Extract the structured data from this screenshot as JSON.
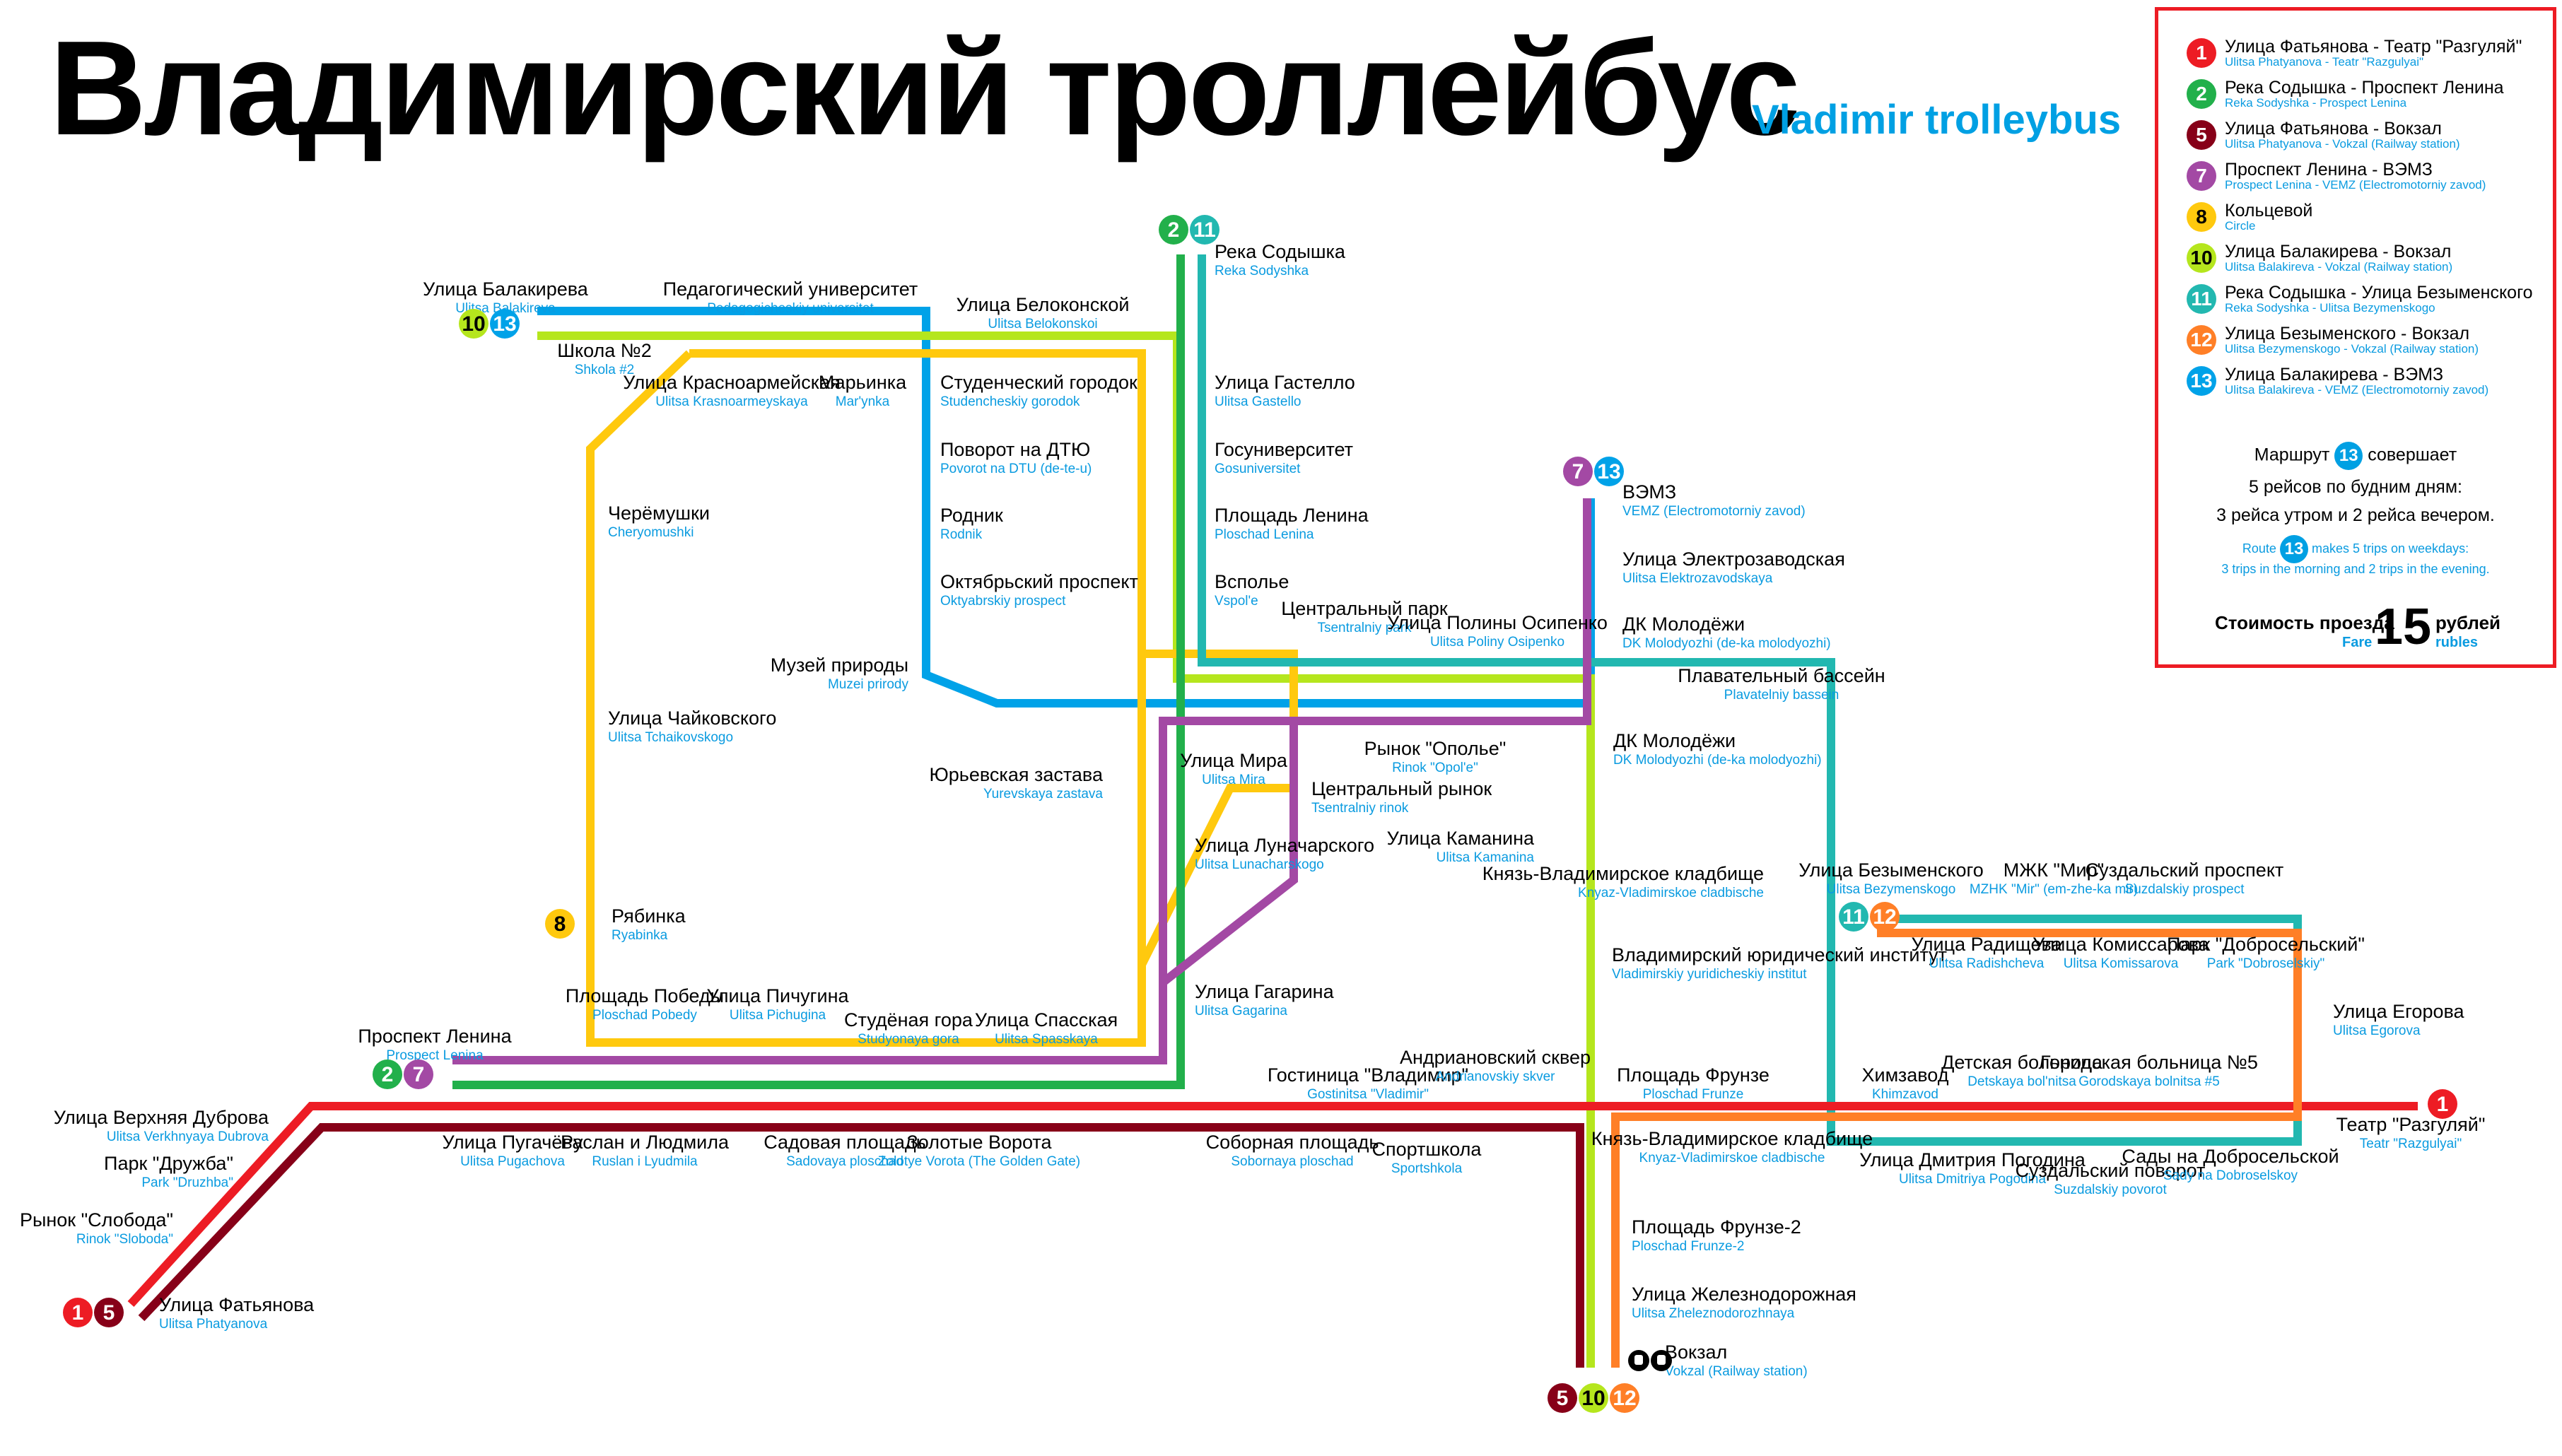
{
  "title": "Владимирский троллейбус",
  "subtitle": "Vladimir trolleybus",
  "colors": {
    "r1": "#ed1c24",
    "r2": "#22b04b",
    "r5": "#870018",
    "r7": "#a349a4",
    "r8": "#ffc90e",
    "r10": "#b5e61d",
    "r11": "#22b8b0",
    "r12": "#ff7f27",
    "r13": "#00a2e8",
    "english": "#0a9be0",
    "legend_border": "#ed1c24"
  },
  "legend": {
    "routes": [
      {
        "number": "1",
        "ru": "Улица Фатьянова - Театр \"Разгуляй\"",
        "en": "Ulitsa Phatyanova - Teatr \"Razgulyai\"",
        "color": "#ed1c24",
        "text_color": "#ffffff"
      },
      {
        "number": "2",
        "ru": "Река Содышка - Проспект Ленина",
        "en": "Reka Sodyshka - Prospect Lenina",
        "color": "#22b04b",
        "text_color": "#ffffff"
      },
      {
        "number": "5",
        "ru": "Улица Фатьянова - Вокзал",
        "en": "Ulitsa Phatyanova - Vokzal (Railway station)",
        "color": "#870018",
        "text_color": "#ffffff"
      },
      {
        "number": "7",
        "ru": "Проспект Ленина - ВЭМЗ",
        "en": "Prospect Lenina - VEMZ (Electromotorniy zavod)",
        "color": "#a349a4",
        "text_color": "#ffffff"
      },
      {
        "number": "8",
        "ru": "Кольцевой",
        "en": "Circle",
        "color": "#ffc90e",
        "text_color": "#000000"
      },
      {
        "number": "10",
        "ru": "Улица Балакирева - Вокзал",
        "en": "Ulitsa Balakireva - Vokzal (Railway station)",
        "color": "#b5e61d",
        "text_color": "#000000"
      },
      {
        "number": "11",
        "ru": "Река Содышка - Улица Безыменского",
        "en": "Reka Sodyshka - Ulitsa Bezymenskogo",
        "color": "#22b8b0",
        "text_color": "#ffffff"
      },
      {
        "number": "12",
        "ru": "Улица Безыменского - Вокзал",
        "en": "Ulitsa Bezymenskogo - Vokzal (Railway station)",
        "color": "#ff7f27",
        "text_color": "#ffffff"
      },
      {
        "number": "13",
        "ru": "Улица Балакирева - ВЭМЗ",
        "en": "Ulitsa Balakireva - VEMZ (Electromotorniy zavod)",
        "color": "#00a2e8",
        "text_color": "#ffffff"
      }
    ],
    "note": {
      "ru_before": "Маршрут",
      "ru_badge": "13",
      "ru_after": "совершает",
      "ru_line2": "5 рейсов по будним дням:",
      "ru_line3": "3 рейса утром и 2 рейса вечером.",
      "en_before": "Route",
      "en_badge": "13",
      "en_after": "makes 5 trips on weekdays:",
      "en_line2": "3 trips in the morning and 2 trips in the evening."
    },
    "fare": {
      "label_ru": "Стоимость проезда",
      "label_en": "Fare",
      "amount": "15",
      "currency_ru": "рублей",
      "currency_en": "rubles"
    }
  },
  "terminal_badges": [
    {
      "routes": [
        "10",
        "13"
      ],
      "at": "Улица Балакирева"
    },
    {
      "routes": [
        "2",
        "11"
      ],
      "at": "Река Содышка"
    },
    {
      "routes": [
        "7",
        "13"
      ],
      "at": "ВЭМЗ"
    },
    {
      "routes": [
        "8"
      ],
      "at": "Рябинка"
    },
    {
      "routes": [
        "2",
        "7"
      ],
      "at": "Проспект Ленина"
    },
    {
      "routes": [
        "1",
        "5"
      ],
      "at": "Улица Фатьянова"
    },
    {
      "routes": [
        "11",
        "12"
      ],
      "at": "Улица Безыменского"
    },
    {
      "routes": [
        "1"
      ],
      "at": "Театр \"Разгуляй\""
    },
    {
      "routes": [
        "5",
        "10",
        "12"
      ],
      "at": "Вокзал"
    }
  ],
  "stations": [
    {
      "ru": "Улица Балакирева",
      "en": "Ulitsa Balakireva"
    },
    {
      "ru": "Педагогический университет",
      "en": "Pedagogicheskiy universitet"
    },
    {
      "ru": "Улица Белоконской",
      "en": "Ulitsa Belokonskoi"
    },
    {
      "ru": "Школа №2",
      "en": "Shkola #2"
    },
    {
      "ru": "Улица Красноармейская",
      "en": "Ulitsa Krasnoarmeyskaya"
    },
    {
      "ru": "Марьинка",
      "en": "Mar'ynka"
    },
    {
      "ru": "Река Содышка",
      "en": "Reka Sodyshka"
    },
    {
      "ru": "Студенческий городок",
      "en": "Studencheskiy gorodok"
    },
    {
      "ru": "Поворот на ДТЮ",
      "en": "Povorot na DTU (de-te-u)"
    },
    {
      "ru": "Родник",
      "en": "Rodnik"
    },
    {
      "ru": "Октябрьский проспект",
      "en": "Oktyabrskiy prospect"
    },
    {
      "ru": "Музей природы",
      "en": "Muzei prirody"
    },
    {
      "ru": "Улица Гастелло",
      "en": "Ulitsa Gastello"
    },
    {
      "ru": "Госуниверситет",
      "en": "Gosuniversitet"
    },
    {
      "ru": "Площадь Ленина",
      "en": "Ploschad Lenina"
    },
    {
      "ru": "Всполье",
      "en": "Vspol'e"
    },
    {
      "ru": "Центральный парк",
      "en": "Tsentralniy park"
    },
    {
      "ru": "Улица Полины Осипенко",
      "en": "Ulitsa Poliny Osipenko"
    },
    {
      "ru": "ВЭМЗ",
      "en": "VEMZ (Electromotorniy zavod)"
    },
    {
      "ru": "Улица Электрозаводская",
      "en": "Ulitsa Elektrozavodskaya"
    },
    {
      "ru": "ДК Молодёжи",
      "en": "DK Molodyozhi (de-ka molodyozhi)"
    },
    {
      "ru": "Плавательный бассейн",
      "en": "Plavatelniy bassein"
    },
    {
      "ru": "ДК Молодёжи",
      "en": "DK Molodyozhi (de-ka molodyozhi)"
    },
    {
      "ru": "Черёмушки",
      "en": "Cheryomushki"
    },
    {
      "ru": "Улица Чайковского",
      "en": "Ulitsa Tchaikovskogo"
    },
    {
      "ru": "Юрьевская застава",
      "en": "Yurevskaya zastava"
    },
    {
      "ru": "Улица Мира",
      "en": "Ulitsa Mira"
    },
    {
      "ru": "Рынок \"Ополье\"",
      "en": "Rinok \"Opol'e\""
    },
    {
      "ru": "Центральный рынок",
      "en": "Tsentralniy rinok"
    },
    {
      "ru": "Улица Луначарского",
      "en": "Ulitsa Lunacharskogo"
    },
    {
      "ru": "Улица Каманина",
      "en": "Ulitsa Kamanina"
    },
    {
      "ru": "Рябинка",
      "en": "Ryabinka"
    },
    {
      "ru": "Князь-Владимирское кладбище",
      "en": "Knyaz-Vladimirskoe cladbische"
    },
    {
      "ru": "Владимирский юридический институт",
      "en": "Vladimirskiy yuridicheskiy institut"
    },
    {
      "ru": "Улица Безыменского",
      "en": "Ulitsa Bezymenskogo"
    },
    {
      "ru": "МЖК \"Мир\"",
      "en": "MZHK \"Mir\" (em-zhe-ka mir)"
    },
    {
      "ru": "Суздальский проспект",
      "en": "Suzdalskiy prospect"
    },
    {
      "ru": "Улица Радищева",
      "en": "Ulitsa Radishcheva"
    },
    {
      "ru": "Улица Комиссарова",
      "en": "Ulitsa Komissarova"
    },
    {
      "ru": "Парк \"Добросельский\"",
      "en": "Park \"Dobroselskiy\""
    },
    {
      "ru": "Улица Егорова",
      "en": "Ulitsa Egorova"
    },
    {
      "ru": "Площадь Победы",
      "en": "Ploschad Pobedy"
    },
    {
      "ru": "Улица Пичугина",
      "en": "Ulitsa Pichugina"
    },
    {
      "ru": "Студёная гора",
      "en": "Studyonaya gora"
    },
    {
      "ru": "Улица Спасская",
      "en": "Ulitsa Spasskaya"
    },
    {
      "ru": "Улица Гагарина",
      "en": "Ulitsa Gagarina"
    },
    {
      "ru": "Проспект Ленина",
      "en": "Prospect Lenina"
    },
    {
      "ru": "Гостиница \"Владимир\"",
      "en": "Gostinitsa \"Vladimir\""
    },
    {
      "ru": "Андриановский сквер",
      "en": "Andrianovskiy skver"
    },
    {
      "ru": "Площадь Фрунзе",
      "en": "Ploschad Frunze"
    },
    {
      "ru": "Химзавод",
      "en": "Khimzavod"
    },
    {
      "ru": "Детская больница",
      "en": "Detskaya bol'nitsa"
    },
    {
      "ru": "Городская больница №5",
      "en": "Gorodskaya bolnitsa #5"
    },
    {
      "ru": "Театр \"Разгуляй\"",
      "en": "Teatr \"Razgulyai\""
    },
    {
      "ru": "Улица Верхняя Дуброва",
      "en": "Ulitsa Verkhnyaya Dubrova"
    },
    {
      "ru": "Парк \"Дружба\"",
      "en": "Park \"Druzhba\""
    },
    {
      "ru": "Рынок \"Слобода\"",
      "en": "Rinok \"Sloboda\""
    },
    {
      "ru": "Улица Фатьянова",
      "en": "Ulitsa Phatyanova"
    },
    {
      "ru": "Улица Пугачёва",
      "en": "Ulitsa Pugachova"
    },
    {
      "ru": "Руслан и Людмила",
      "en": "Ruslan i Lyudmila"
    },
    {
      "ru": "Садовая площадь",
      "en": "Sadovaya ploschad"
    },
    {
      "ru": "Золотые Ворота",
      "en": "Zolotye Vorota (The Golden Gate)"
    },
    {
      "ru": "Соборная площадь",
      "en": "Sobornaya ploschad"
    },
    {
      "ru": "Спортшкола",
      "en": "Sportshkola"
    },
    {
      "ru": "Князь-Владимирское кладбище",
      "en": "Knyaz-Vladimirskoe cladbische"
    },
    {
      "ru": "Улица Дмитрия Погодина",
      "en": "Ulitsa Dmitriya Pogodina"
    },
    {
      "ru": "Суздальский поворот",
      "en": "Suzdalskiy povorot"
    },
    {
      "ru": "Сады на Добросельской",
      "en": "Sady na Dobroselskoy"
    },
    {
      "ru": "Площадь Фрунзе-2",
      "en": "Ploschad Frunze-2"
    },
    {
      "ru": "Улица Железнодорожная",
      "en": "Ulitsa Zheleznodorozhnaya"
    },
    {
      "ru": "Вокзал",
      "en": "Vokzal (Railway station)"
    }
  ]
}
